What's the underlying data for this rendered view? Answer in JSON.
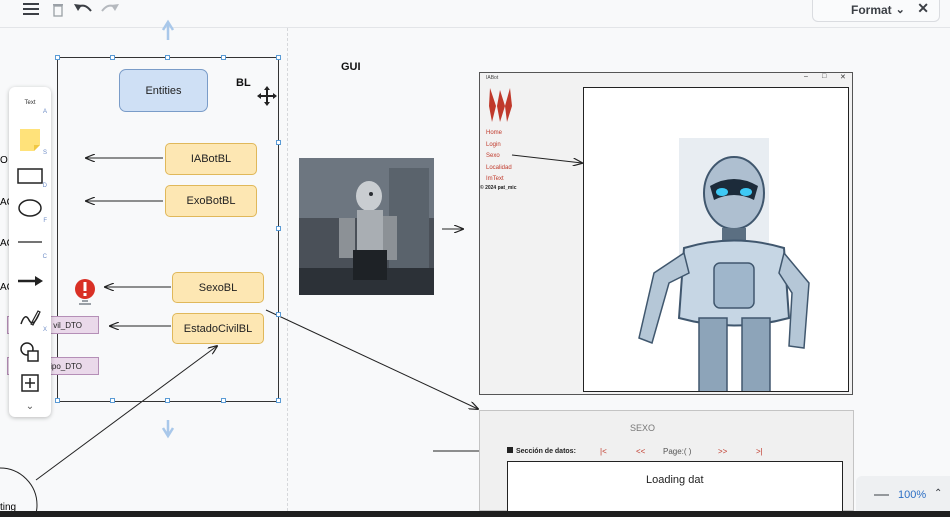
{
  "toolbar": {
    "format_label": "Format",
    "icons": [
      "menu-icon",
      "trash-icon",
      "undo-icon",
      "redo-icon"
    ]
  },
  "diagram": {
    "bl_title": "BL",
    "gui_title": "GUI",
    "entities_label": "Entities",
    "bl_boxes": [
      "IABotBL",
      "ExoBotBL",
      "SexoBL",
      "EstadoCivilBL"
    ],
    "dto_boxes": [
      "vil_DTO",
      "ipo_DTO"
    ],
    "left_cut_labels": [
      "O",
      "AC",
      "AC",
      "AC"
    ],
    "bottom_cut_label": "ting"
  },
  "left_tools": {
    "text_label": "Text",
    "keys": [
      "A",
      "S",
      "D",
      "F",
      "C",
      "X"
    ]
  },
  "app_window": {
    "title": "IABot",
    "nav": [
      "Home",
      "Login",
      "Sexo",
      "Localidad",
      "ImText"
    ],
    "footer": "© 2024 pat_mic"
  },
  "sexo_panel": {
    "title": "SEXO",
    "section_label": "Sección de datos:",
    "first": "|<",
    "prev": "<<",
    "page_label": "Page:(  )",
    "next": ">>",
    "last": ">|",
    "loading": "Loading dat"
  },
  "zoom": {
    "value": "100%"
  },
  "colors": {
    "bl_fill": "#fde7b3",
    "entity_fill": "#cfe0f5",
    "dto_fill": "#ead9ea",
    "nav_red": "#c0392b",
    "selection_blue": "#5a9bd5",
    "zoom_blue": "#2d6fc4"
  }
}
